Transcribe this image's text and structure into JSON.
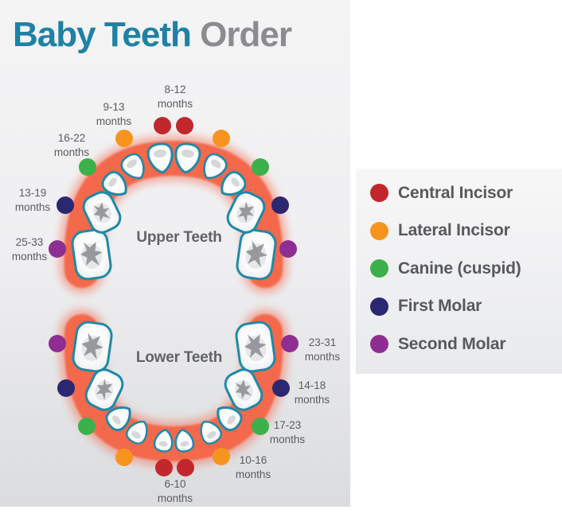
{
  "title": {
    "primary": "Baby Teeth",
    "secondary": "Order"
  },
  "colors": {
    "title_primary": "#1F81A4",
    "title_secondary": "#8A8C8F",
    "gum": "#F4684B",
    "tooth_outline": "#1D8AA8",
    "central_incisor": "#C1272D",
    "lateral_incisor": "#F7941E",
    "canine": "#3CB04A",
    "first_molar": "#2B2770",
    "second_molar": "#8E2E92"
  },
  "upper": {
    "title": "Upper Teeth",
    "labels": {
      "central_incisor": "8-12 months",
      "lateral_incisor": "9-13 months",
      "canine": "16-22 months",
      "first_molar": "13-19 months",
      "second_molar": "25-33 months"
    }
  },
  "lower": {
    "title": "Lower Teeth",
    "labels": {
      "second_molar": "23-31 months",
      "first_molar": "14-18 months",
      "canine": "17-23 months",
      "lateral_incisor": "10-16 months",
      "central_incisor": "6-10 months"
    }
  },
  "legend": {
    "items": [
      {
        "label": "Central Incisor",
        "color": "#C1272D"
      },
      {
        "label": "Lateral Incisor",
        "color": "#F7941E"
      },
      {
        "label": "Canine (cuspid)",
        "color": "#3CB04A"
      },
      {
        "label": "First Molar",
        "color": "#2B2770"
      },
      {
        "label": "Second Molar",
        "color": "#8E2E92"
      }
    ]
  }
}
